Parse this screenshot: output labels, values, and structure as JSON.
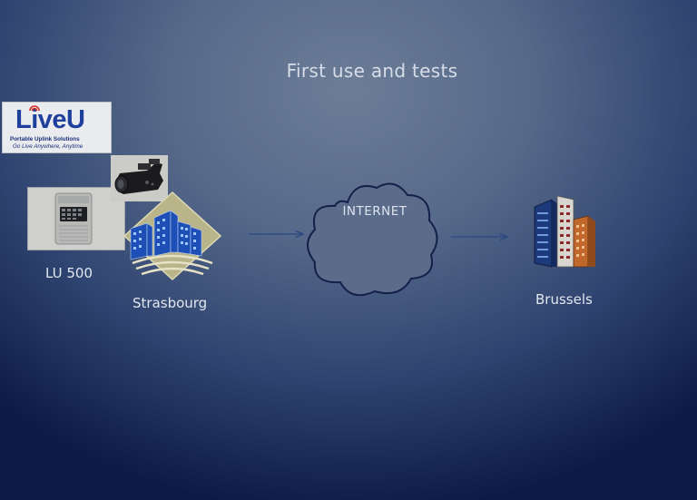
{
  "slide": {
    "title": "First use and tests",
    "logo": {
      "brand": "LiveU",
      "tagline_1": "Portable Uplink Solutions",
      "tagline_2": "Go Live Anywhere, Anytime"
    },
    "nodes": {
      "device_label": "LU 500",
      "origin_label": "Strasbourg",
      "network_label": "INTERNET",
      "destination_label": "Brussels"
    }
  },
  "colors": {
    "background_center": "#6b7d96",
    "background_edge": "#0c1a45",
    "text": "#e2e7f0",
    "arrow": "#2a4780",
    "liveu_blue": "#1f3f9c",
    "liveu_red": "#d8281e"
  },
  "icons": [
    "liveu-logo",
    "lu500-device-icon",
    "video-camera-icon",
    "city-buildings-icon",
    "cloud-icon",
    "arrow-icon",
    "office-towers-icon"
  ]
}
